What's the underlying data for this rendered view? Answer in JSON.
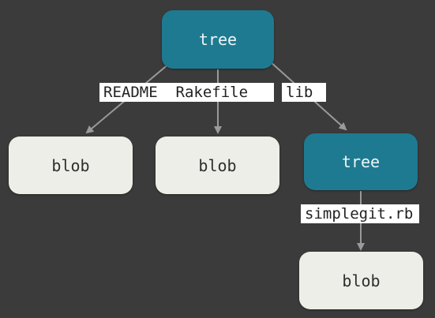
{
  "diagram": {
    "nodes": {
      "root_tree": "tree",
      "blob_readme": "blob",
      "blob_rakefile": "blob",
      "lib_tree": "tree",
      "blob_simplegit": "blob"
    },
    "edge_labels": {
      "readme_rakefile": "README  Rakefile",
      "lib": "lib",
      "simplegit": "simplegit.rb"
    }
  },
  "colors": {
    "background": "#3b3b3b",
    "tree_node": "#1e7a91",
    "blob_node": "#eeeee8",
    "edge": "#9a9a9a",
    "label_bg": "#ffffff"
  }
}
